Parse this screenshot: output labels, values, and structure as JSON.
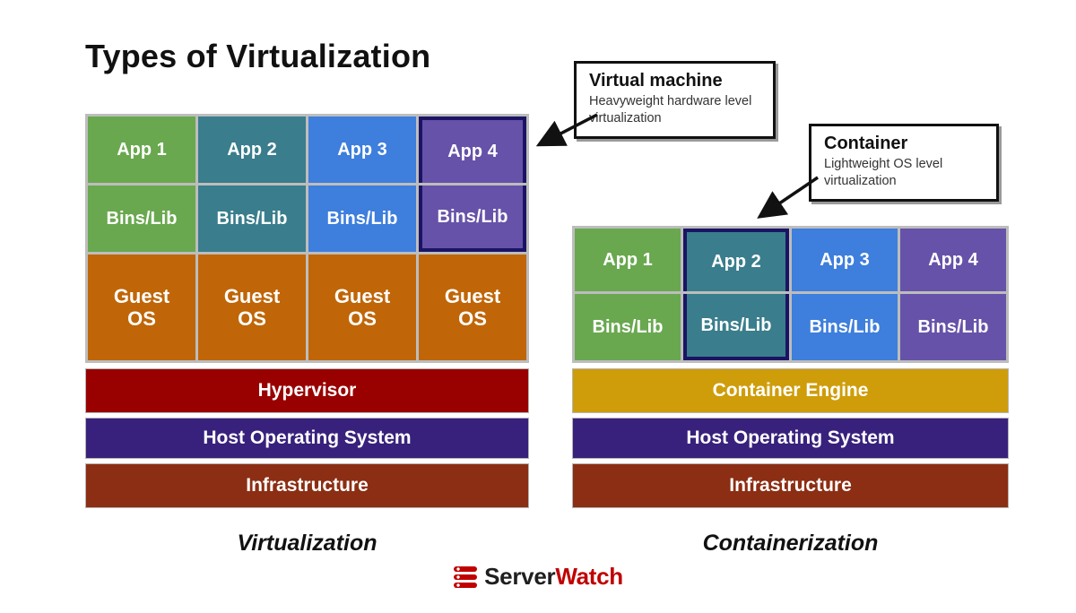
{
  "title": "Types of Virtualization",
  "colors": {
    "green": "#69a84f",
    "teal": "#3a7d8c",
    "blue": "#3e7edc",
    "purple": "#6652a8",
    "guest_os": "#c06608",
    "hypervisor": "#990000",
    "host_os": "#38217c",
    "infrastructure": "#8c2e13",
    "container_engine": "#cf9d0a",
    "highlight_border": "#1b1464",
    "grid_gap": "#bdbdbd"
  },
  "virtualization": {
    "label": "Virtualization",
    "apps": [
      "App 1",
      "App 2",
      "App 3",
      "App 4"
    ],
    "bins": [
      "Bins/Lib",
      "Bins/Lib",
      "Bins/Lib",
      "Bins/Lib"
    ],
    "guest_os": [
      "Guest\nOS",
      "Guest\nOS",
      "Guest\nOS",
      "Guest\nOS"
    ],
    "bars": [
      {
        "label": "Hypervisor"
      },
      {
        "label": "Host Operating System"
      },
      {
        "label": "Infrastructure"
      }
    ]
  },
  "containerization": {
    "label": "Containerization",
    "apps": [
      "App 1",
      "App 2",
      "App 3",
      "App 4"
    ],
    "bins": [
      "Bins/Lib",
      "Bins/Lib",
      "Bins/Lib",
      "Bins/Lib"
    ],
    "bars": [
      {
        "label": "Container Engine"
      },
      {
        "label": "Host Operating System"
      },
      {
        "label": "Infrastructure"
      }
    ]
  },
  "callouts": {
    "vm": {
      "title": "Virtual machine",
      "body": "Heavyweight hardware level virtualization"
    },
    "container": {
      "title": "Container",
      "body": "Lightweight OS level virtualization"
    }
  },
  "logo": {
    "icon": "server-stack-icon",
    "text_dark": "Server",
    "text_accent": "Watch"
  }
}
